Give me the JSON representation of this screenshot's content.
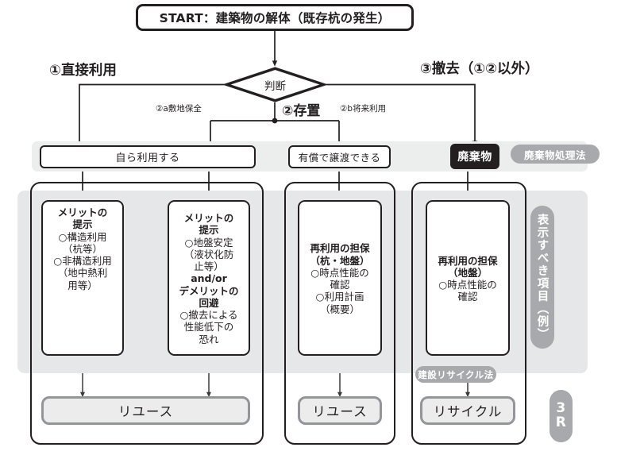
{
  "diagram": {
    "title_box": "START：建築物の解体（既存杭の発生）",
    "decision": "判断",
    "branches": {
      "direct_use": "①直接利用",
      "removal": "③撤去（①②以外）",
      "store": "②存置",
      "store_a": "②a敷地保全",
      "store_b": "②b将来利用"
    },
    "categories": {
      "self_use": "自ら利用する",
      "paid_transfer": "有償で譲渡できる",
      "waste": "廃棄物"
    },
    "badges": {
      "waste_law": "廃棄物処理法",
      "construction_recycling_law": "建設リサイクル法",
      "three_r": "3R",
      "three_r_line1": "3",
      "three_r_line2": "R",
      "display_items": "表示すべき項目（例）"
    },
    "details": [
      {
        "heading": "メリットの\n提示",
        "items": "○構造利用\n（杭等）\n○非構造利用\n（地中熱利\n用等）"
      },
      {
        "heading": "メリットの\n提示",
        "items": "○地盤安定\n（液状化防\n止等）",
        "connector": "and/or",
        "heading2": "デメリットの\n回避",
        "items2": "○撤去による\n性能低下の\n恐れ"
      },
      {
        "heading": "再利用の担保\n（杭・地盤）",
        "items": "○時点性能の\n確認\n○利用計画\n（概要）"
      },
      {
        "heading": "再利用の担保\n（地盤）",
        "items": "○時点性能の\n確認"
      }
    ],
    "outcomes": {
      "reuse_1": "リユース",
      "reuse_2": "リユース",
      "recycle": "リサイクル"
    },
    "colors": {
      "ink": "#231f20",
      "band_light": "#eceded",
      "band_mid": "#e6e7e8",
      "pill_grey": "#a7a9ac",
      "outcome_fill": "#ececed",
      "outcome_border": "#939598"
    }
  }
}
